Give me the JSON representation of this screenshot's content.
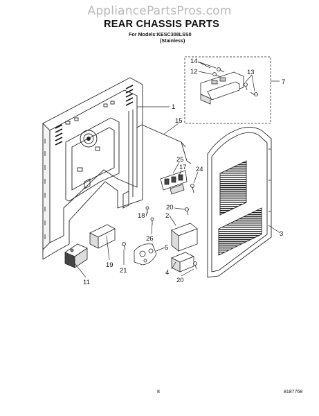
{
  "watermark": "AppliancePartsPros.com",
  "header": {
    "title": "REAR CHASSIS PARTS",
    "models_line": "For Models:KESC308LSS0",
    "variant_line": "(Stainless)"
  },
  "footer": {
    "page_number": "8",
    "document_number": "8187768"
  },
  "callouts": [
    "14",
    "12",
    "13",
    "7",
    "1",
    "15",
    "25",
    "17",
    "24",
    "20",
    "18",
    "2",
    "26",
    "5",
    "3",
    "19",
    "21",
    "11",
    "4",
    "20"
  ]
}
